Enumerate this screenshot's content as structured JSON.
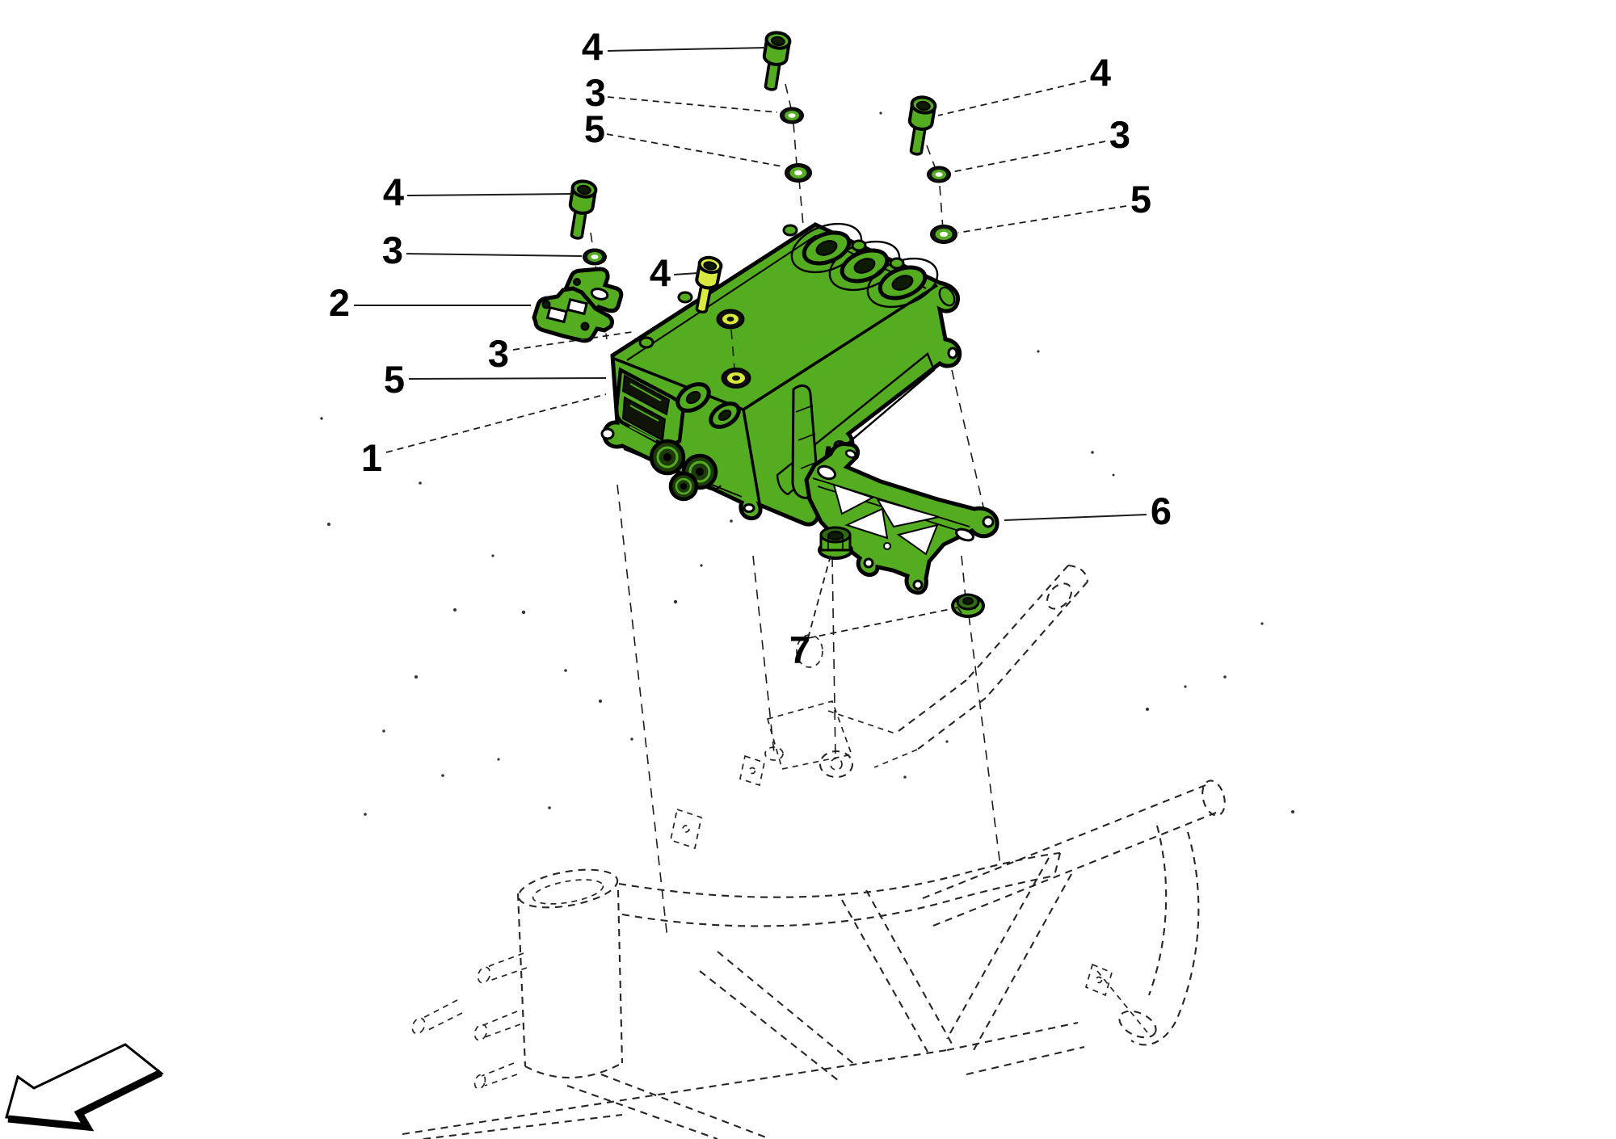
{
  "diagram": {
    "description": "Exploded parts diagram: electronic control unit with fasteners, brackets and motorcycle frame (frame shown with hidden dashed lines)",
    "background": "#ffffff",
    "colors": {
      "part_fill": "#54ac20",
      "part_fill_dark": "#2f6b10",
      "highlight_fill": "#d9e93d",
      "outline": "#000000",
      "frame_stroke": "#262626"
    },
    "parts": [
      {
        "label": "1",
        "part": "control-unit"
      },
      {
        "label": "2",
        "part": "mounting-plate"
      },
      {
        "label": "3",
        "part": "washer"
      },
      {
        "label": "4",
        "part": "socket-head-screw"
      },
      {
        "label": "5",
        "part": "washer"
      },
      {
        "label": "6",
        "part": "support-bracket"
      },
      {
        "label": "7",
        "part": "flanged-nut"
      }
    ],
    "labels": {
      "top_4": "4",
      "top_3": "3",
      "top_5": "5",
      "right_4": "4",
      "right_3": "3",
      "right_5": "5",
      "left_4": "4",
      "left_3": "3",
      "left_2": "2",
      "mid_4": "4",
      "mid_3": "3",
      "mid_5": "5",
      "mid_1": "1",
      "right_6": "6",
      "bottom_7": "7"
    }
  }
}
